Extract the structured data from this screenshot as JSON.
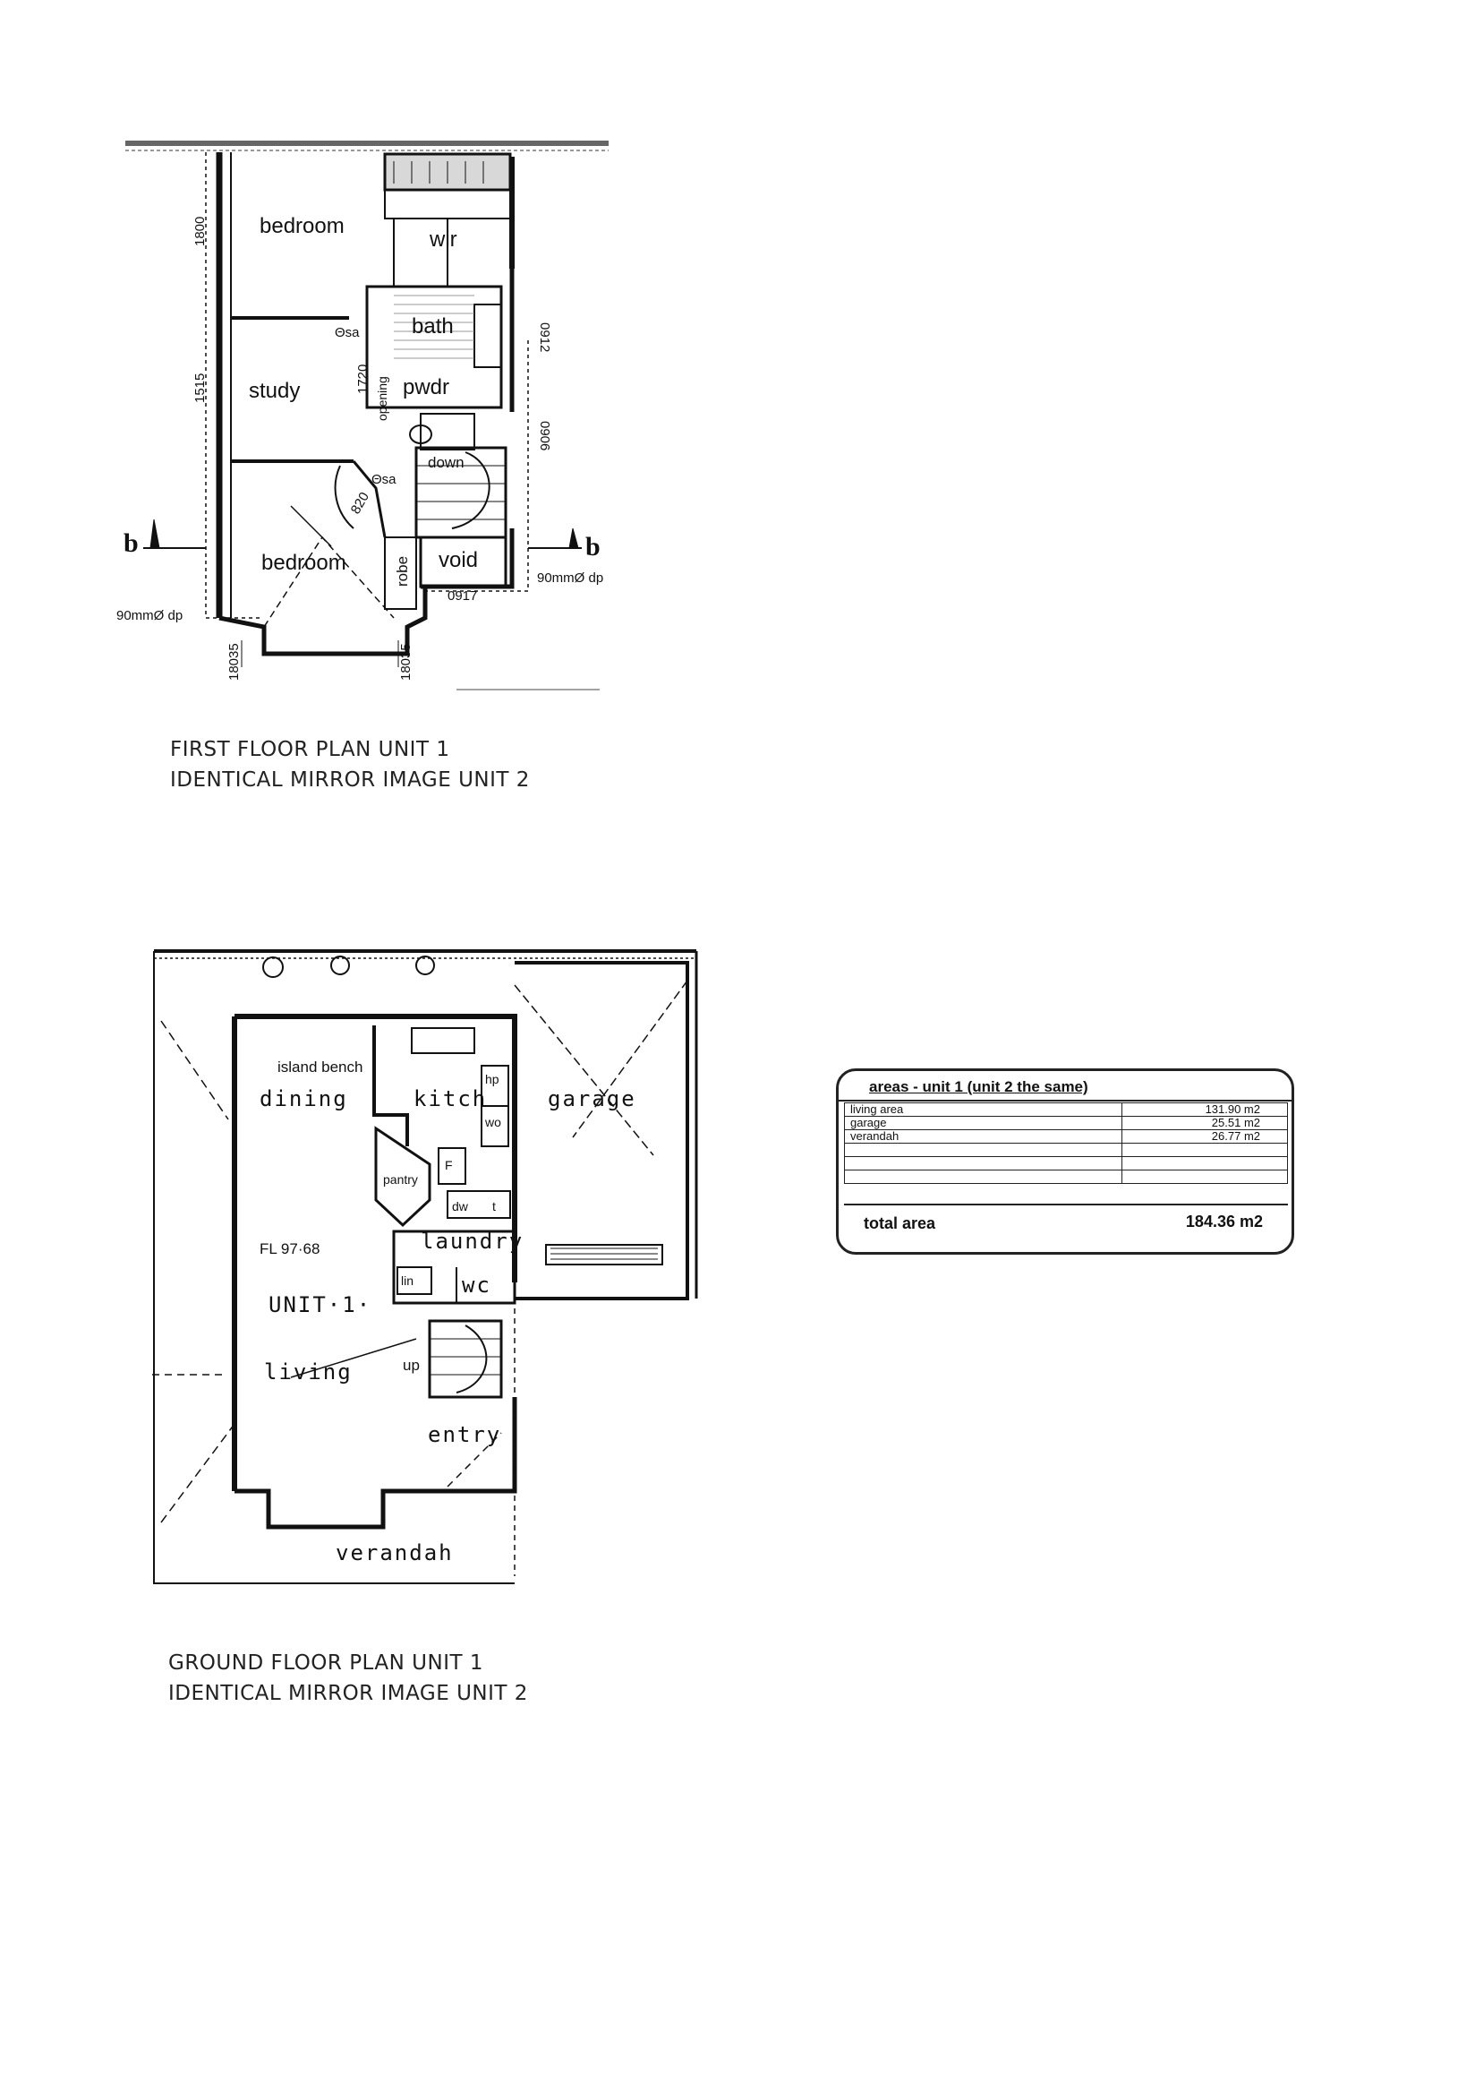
{
  "first_floor": {
    "caption_line1": "FIRST FLOOR PLAN UNIT 1",
    "caption_line2": "IDENTICAL MIRROR IMAGE UNIT 2",
    "rooms": {
      "bedroom_top": "bedroom",
      "wir": "wir",
      "bath": "bath",
      "study": "study",
      "pwdr": "pwdr",
      "down": "down",
      "bedroom_bottom": "bedroom",
      "robe": "robe",
      "void": "void"
    },
    "labels": {
      "opening": "opening",
      "section_left": "b",
      "section_right": "b",
      "downpipe_left": "90mmØ dp",
      "downpipe_right": "90mmØ dp",
      "sa_1": "Θsa",
      "sa_2": "Θsa"
    },
    "dimensions": {
      "d1515": "1515",
      "d1800": "1800",
      "d820": "820",
      "d0917": "0917",
      "d18035_left": "18035",
      "d18035_right": "18035",
      "d1720": "1720",
      "d0906": "0906",
      "d0912": "0912"
    }
  },
  "ground_floor": {
    "caption_line1": "GROUND FLOOR PLAN UNIT 1",
    "caption_line2": "IDENTICAL MIRROR IMAGE UNIT 2",
    "rooms": {
      "island_bench": "island bench",
      "dining": "dining",
      "kitch": "kitch",
      "garage": "garage",
      "pantry": "pantry",
      "fl": "FL 97·68",
      "laundry": "laundry",
      "lin": "lin",
      "wc": "wc",
      "unit": "UNIT·1·",
      "living": "living",
      "up": "up",
      "entry": "entry",
      "verandah": "verandah",
      "hp": "hp",
      "wo": "wo",
      "dw": "dw",
      "f": "F",
      "t": "t"
    }
  },
  "areas_table": {
    "title": "areas - unit 1 (unit 2 the same)",
    "rows": [
      {
        "label": "living area",
        "value": "131.90 m2"
      },
      {
        "label": "garage",
        "value": "25.51 m2"
      },
      {
        "label": "verandah",
        "value": "26.77 m2"
      }
    ],
    "total_label": "total area",
    "total_value": "184.36 m2"
  }
}
